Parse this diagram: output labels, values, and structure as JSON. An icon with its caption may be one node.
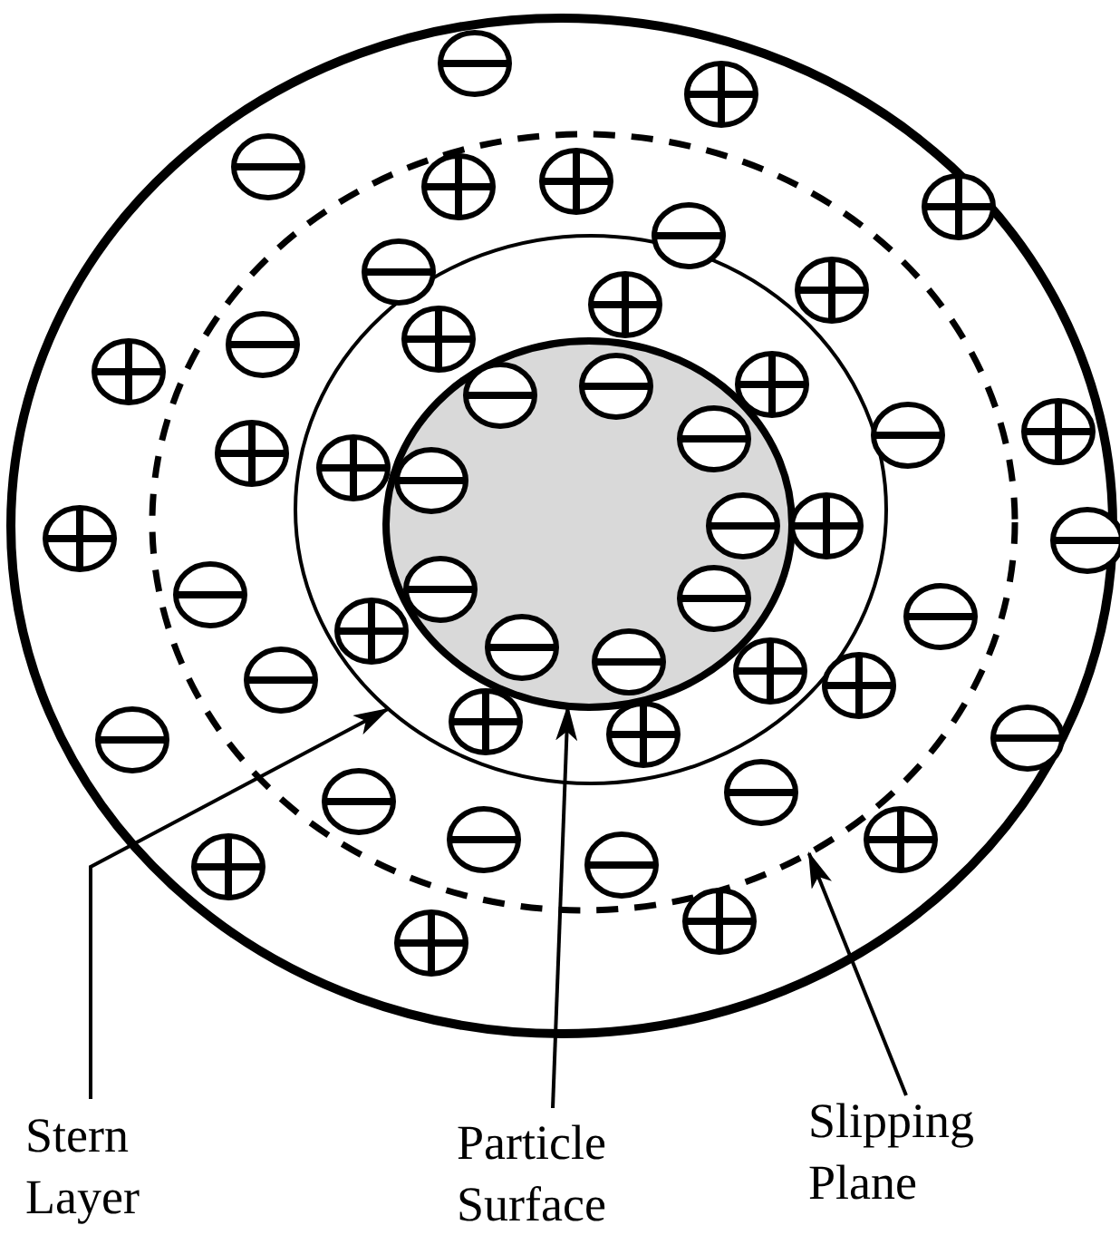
{
  "diagram": {
    "nodes": [
      {
        "text": [
          "Stern Layer"
        ]
      },
      {
        "text": [
          "Particle Surface"
        ]
      },
      {
        "text": [
          "Slipping Plane"
        ]
      },
      {
        "text": [],
        "shape": "circle",
        "in": 5
      },
      {
        "text": [],
        "shape": "circle",
        "in": 3
      },
      {
        "text": [],
        "shape": "circle"
      }
    ],
    "edges": [
      {
        "from": 0,
        "to": 3,
        "arrow": "to"
      },
      {
        "from": 1,
        "to": 4,
        "arrow": "to"
      },
      {
        "from": 2,
        "to": 5,
        "arrow": "to"
      }
    ]
  }
}
